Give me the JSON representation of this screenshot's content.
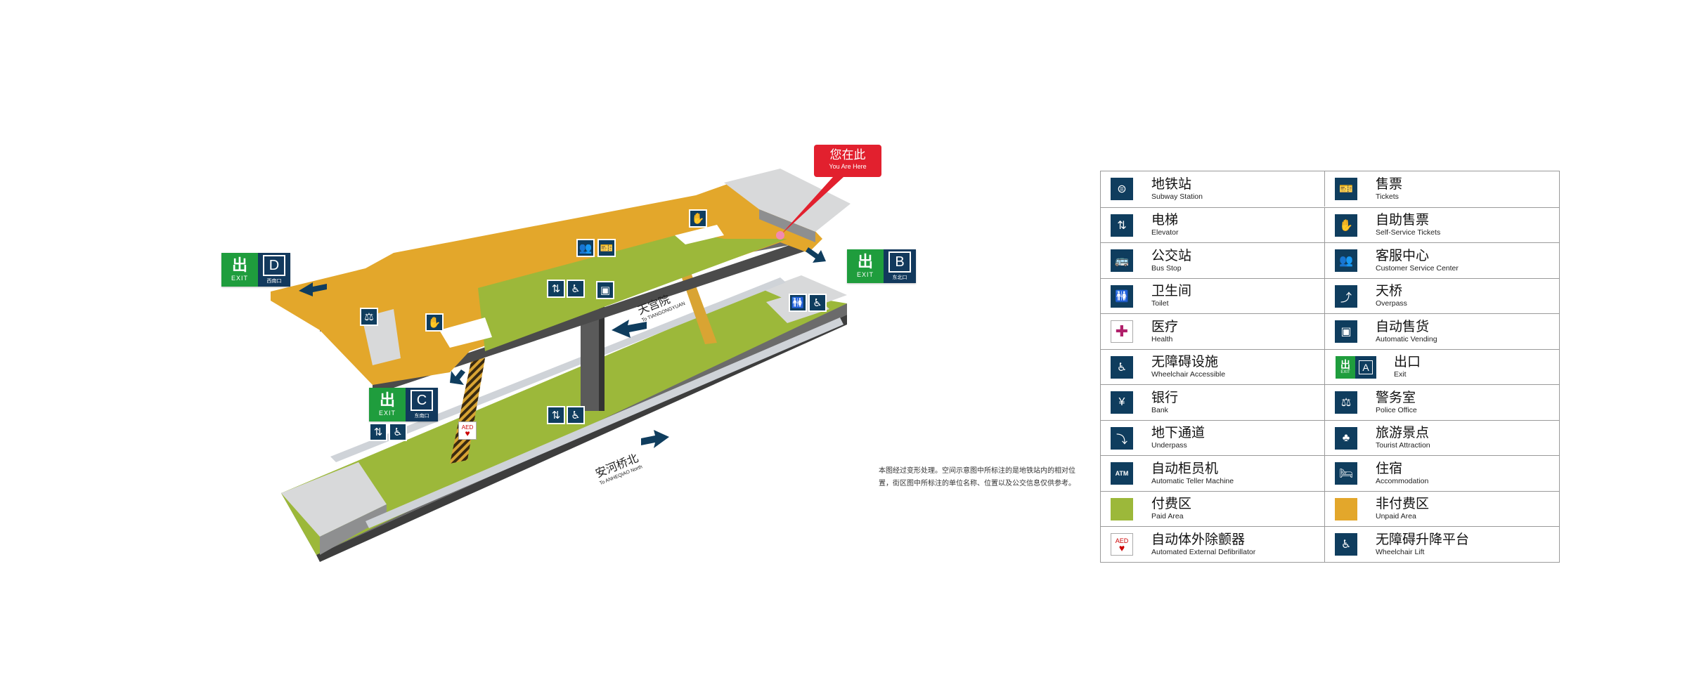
{
  "map": {
    "you_are_here": {
      "zh": "您在此",
      "en": "You Are Here"
    },
    "exit_word": "EXIT",
    "exit_zh": "出",
    "exits": [
      {
        "letter": "D",
        "sub": "西南口"
      },
      {
        "letter": "B",
        "sub": "东北口"
      },
      {
        "letter": "C",
        "sub": "东南口"
      }
    ],
    "direction_north": {
      "zh": "天宫院",
      "en": "To TIANGONGYUAN"
    },
    "direction_south": {
      "zh": "安河桥北",
      "en": "To ANHEQIAO North"
    },
    "aed": "AED",
    "atm": "ATM",
    "note": "本图经过变形处理。空间示意图中所标注的是地铁站内的相对位置，街区图中所标注的单位名称、位置以及公交信息仅供参考。"
  },
  "legend": [
    {
      "left": {
        "icon": "subway-icon",
        "zh": "地铁站",
        "en": "Subway Station"
      },
      "right": {
        "icon": "tickets-icon",
        "zh": "售票",
        "en": "Tickets"
      }
    },
    {
      "left": {
        "icon": "elevator-icon",
        "zh": "电梯",
        "en": "Elevator"
      },
      "right": {
        "icon": "self-service-tickets-icon",
        "zh": "自助售票",
        "en": "Self-Service Tickets"
      }
    },
    {
      "left": {
        "icon": "bus-icon",
        "zh": "公交站",
        "en": "Bus Stop"
      },
      "right": {
        "icon": "customer-service-icon",
        "zh": "客服中心",
        "en": "Customer Service Center"
      }
    },
    {
      "left": {
        "icon": "toilet-icon",
        "zh": "卫生间",
        "en": "Toilet"
      },
      "right": {
        "icon": "overpass-icon",
        "zh": "天桥",
        "en": "Overpass"
      }
    },
    {
      "left": {
        "icon": "health-icon",
        "zh": "医疗",
        "en": "Health"
      },
      "right": {
        "icon": "vending-icon",
        "zh": "自动售货",
        "en": "Automatic Vending"
      }
    },
    {
      "left": {
        "icon": "wheelchair-icon",
        "zh": "无障碍设施",
        "en": "Wheelchair Accessible"
      },
      "right": {
        "icon": "exit-icon",
        "zh": "出口",
        "en": "Exit",
        "letter": "A"
      }
    },
    {
      "left": {
        "icon": "bank-icon",
        "zh": "银行",
        "en": "Bank"
      },
      "right": {
        "icon": "police-icon",
        "zh": "警务室",
        "en": "Police Office"
      }
    },
    {
      "left": {
        "icon": "underpass-icon",
        "zh": "地下通道",
        "en": "Underpass"
      },
      "right": {
        "icon": "tourist-icon",
        "zh": "旅游景点",
        "en": "Tourist Attraction"
      }
    },
    {
      "left": {
        "icon": "atm-icon",
        "zh": "自动柜员机",
        "en": "Automatic Teller Machine"
      },
      "right": {
        "icon": "accommodation-icon",
        "zh": "住宿",
        "en": "Accommodation"
      }
    },
    {
      "left": {
        "icon": "paid-area-swatch",
        "zh": "付费区",
        "en": "Paid Area"
      },
      "right": {
        "icon": "unpaid-area-swatch",
        "zh": "非付费区",
        "en": "Unpaid Area"
      }
    },
    {
      "left": {
        "icon": "aed-icon",
        "zh": "自动体外除颤器",
        "en": "Automated External Defibrillator"
      },
      "right": {
        "icon": "wheelchair-lift-icon",
        "zh": "无障碍升降平台",
        "en": "Wheelchair Lift"
      }
    }
  ],
  "colors": {
    "paid": "#9cb83a",
    "unpaid": "#e3a72b",
    "navy": "#0f3d5e",
    "exit_green": "#1f9d3d",
    "here_red": "#e2202e"
  }
}
